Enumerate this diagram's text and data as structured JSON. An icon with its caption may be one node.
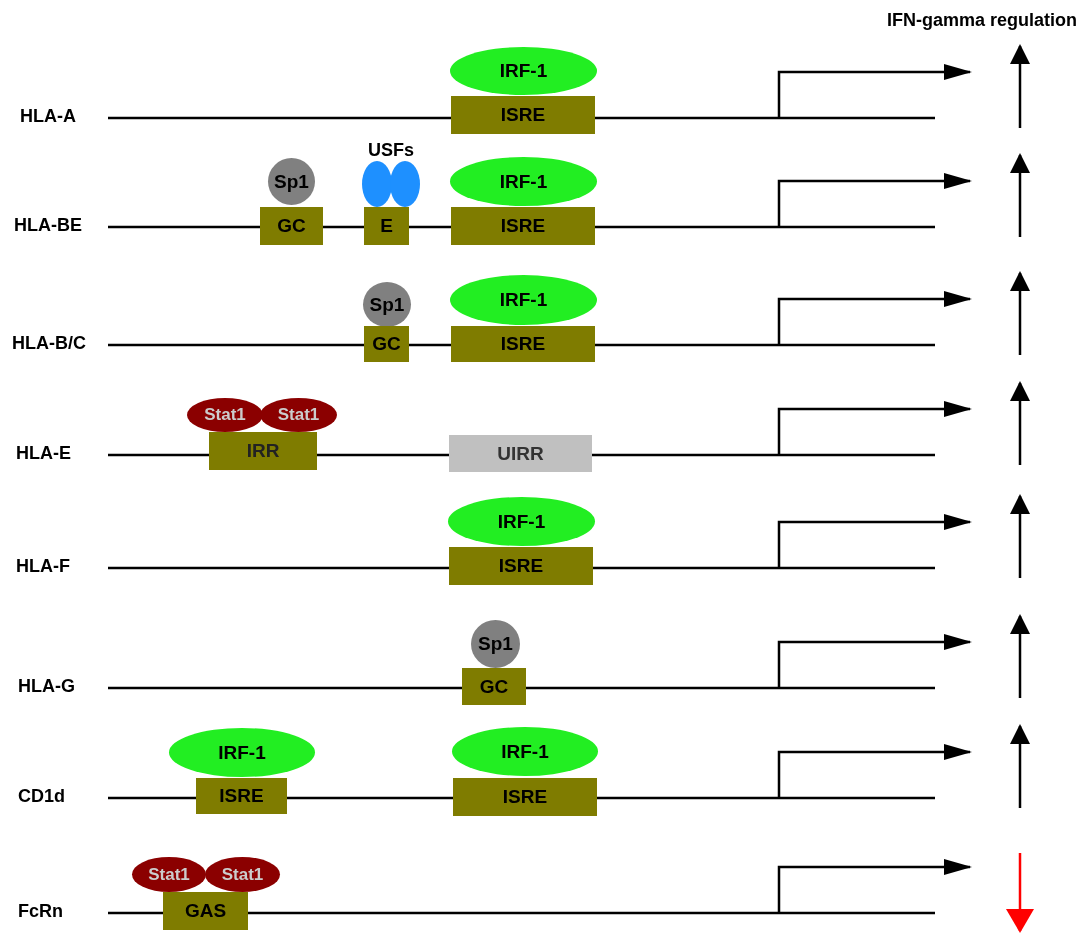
{
  "diagram": {
    "nodes": [
      {
        "text": [
          "IRF-1"
        ]
      },
      {
        "text": [
          "ISRE"
        ]
      },
      {
        "text": [
          "Sp1"
        ]
      },
      {
        "text": [
          "USFs"
        ]
      },
      {
        "text": [
          "IRF-1"
        ]
      },
      {
        "text": [
          "GC"
        ]
      },
      {
        "text": [
          "E"
        ]
      },
      {
        "text": [
          "ISRE"
        ]
      },
      {
        "text": [
          "Sp1"
        ]
      },
      {
        "text": [
          "IRF-1"
        ]
      },
      {
        "text": [
          "GC"
        ]
      },
      {
        "text": [
          "ISRE"
        ]
      },
      {
        "text": [
          "Stat1"
        ]
      },
      {
        "text": [
          "Stat1"
        ]
      },
      {
        "text": [
          "IRR"
        ]
      },
      {
        "text": [
          "UIRR"
        ]
      },
      {
        "text": [
          "IRF-1"
        ]
      },
      {
        "text": [
          "ISRE"
        ]
      },
      {
        "text": [
          "Sp1"
        ]
      },
      {
        "text": [
          "GC"
        ]
      },
      {
        "text": [
          "IRF-1"
        ]
      },
      {
        "text": [
          "IRF-1"
        ]
      },
      {
        "text": [
          "ISRE"
        ]
      },
      {
        "text": [
          "ISRE"
        ]
      },
      {
        "text": [
          "Stat1"
        ]
      },
      {
        "text": [
          "Stat1"
        ]
      },
      {
        "text": [
          "GAS"
        ]
      }
    ],
    "labels": [
      "IFN-gamma regulation",
      "HLA-A",
      "HLA-BE",
      "HLA-B/C",
      "HLA-E",
      "HLA-F",
      "HLA-G",
      "CD1d",
      "FcRn"
    ]
  }
}
